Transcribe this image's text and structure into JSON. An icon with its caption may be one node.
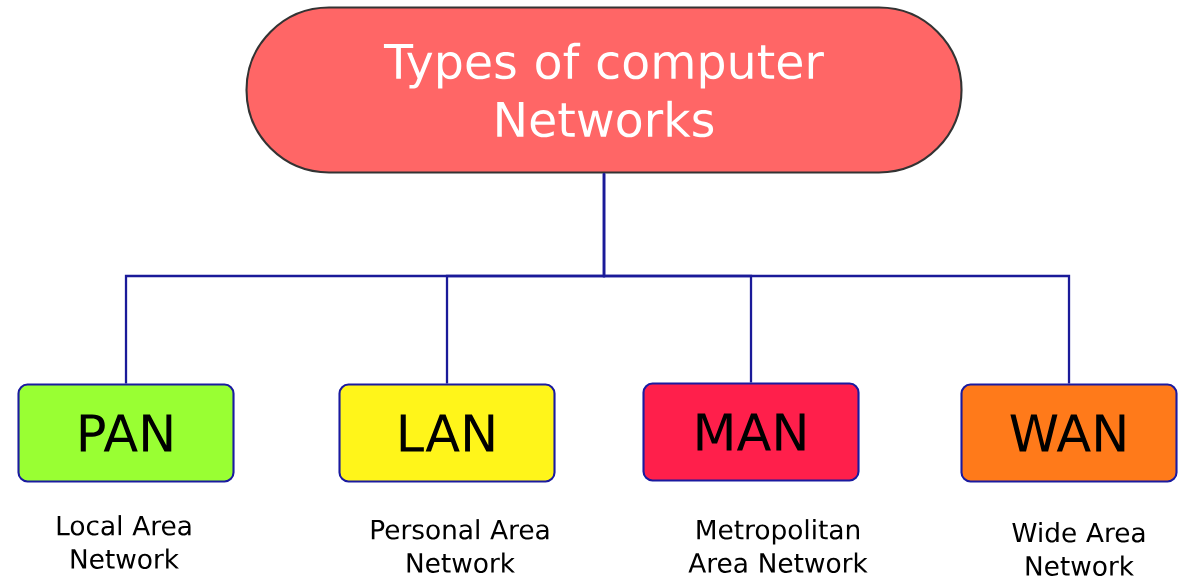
{
  "diagram": {
    "nodes": [
      {
        "text": [
          "Types of computer Networks"
        ]
      },
      {
        "text": [
          "PAN"
        ],
        "beside": [
          "Local Area Network"
        ]
      },
      {
        "text": [
          "LAN"
        ],
        "beside": [
          "Personal Area Network"
        ]
      },
      {
        "text": [
          "MAN"
        ],
        "beside": [
          "Metropolitan Area Network"
        ]
      },
      {
        "text": [
          "WAN"
        ],
        "beside": [
          "Wide Area Network"
        ]
      }
    ],
    "edges": [
      {
        "from": 0,
        "to": 1,
        "arrow": "none"
      },
      {
        "from": 0,
        "to": 2,
        "arrow": "none"
      },
      {
        "from": 0,
        "to": 3,
        "arrow": "none"
      },
      {
        "from": 0,
        "to": 4,
        "arrow": "none"
      }
    ]
  }
}
